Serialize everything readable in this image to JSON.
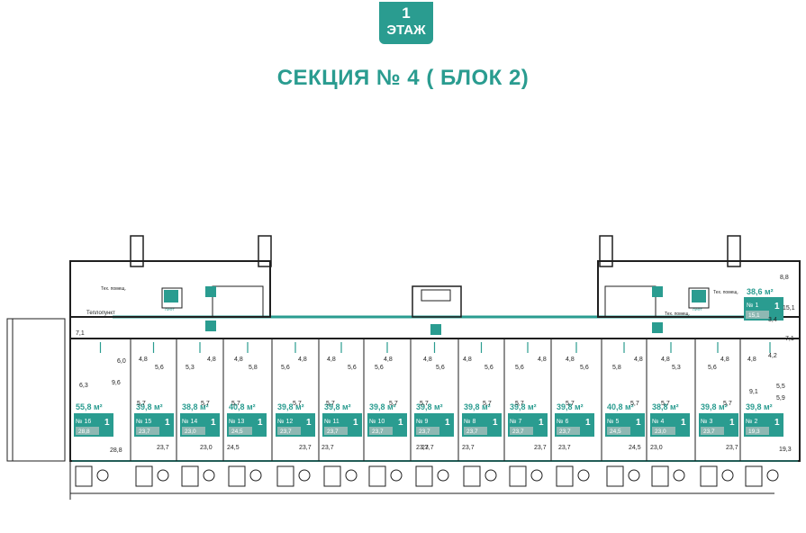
{
  "header": {
    "floor_number": "1",
    "floor_label": "ЭТАЖ",
    "section_title": "СЕКЦИЯ № 4 ( БЛОК 2)"
  },
  "colors": {
    "accent": "#2a9c90",
    "apartment_card": "#2a9c90",
    "living_area_box": "#8fb8b3",
    "wall": "#1f1f1f"
  },
  "service_rooms": {
    "heat_unit": "Теплопункт",
    "tech_room_left": "Тех. помещ.",
    "tech_room_right": "Тех. помещ.",
    "tech_room_mid": "Тех. помещ.",
    "lift": "ЛИФТ",
    "exit": "ВЫХОД"
  },
  "apartments": [
    {
      "no": "№ 16",
      "rooms": "1",
      "area": "55,8 м²",
      "living": "28,8"
    },
    {
      "no": "№ 15",
      "rooms": "1",
      "area": "39,8 м²",
      "living": "23,7"
    },
    {
      "no": "№ 14",
      "rooms": "1",
      "area": "38,8 м²",
      "living": "23,0"
    },
    {
      "no": "№ 13",
      "rooms": "1",
      "area": "40,8 м²",
      "living": "24,5"
    },
    {
      "no": "№ 12",
      "rooms": "1",
      "area": "39,8 м²",
      "living": "23,7"
    },
    {
      "no": "№ 11",
      "rooms": "1",
      "area": "39,8 м²",
      "living": "23,7"
    },
    {
      "no": "№ 10",
      "rooms": "1",
      "area": "39,8 м²",
      "living": "23,7"
    },
    {
      "no": "№ 9",
      "rooms": "1",
      "area": "39,8 м²",
      "living": "23,7"
    },
    {
      "no": "№ 8",
      "rooms": "1",
      "area": "39,8 м²",
      "living": "23,7"
    },
    {
      "no": "№ 7",
      "rooms": "1",
      "area": "39,8 м²",
      "living": "23,7"
    },
    {
      "no": "№ 6",
      "rooms": "1",
      "area": "39,8 м²",
      "living": "23,7"
    },
    {
      "no": "№ 5",
      "rooms": "1",
      "area": "40,8 м²",
      "living": "24,5"
    },
    {
      "no": "№ 4",
      "rooms": "1",
      "area": "38,8 м²",
      "living": "23,0"
    },
    {
      "no": "№ 3",
      "rooms": "1",
      "area": "39,8 м²",
      "living": "23,7"
    },
    {
      "no": "№ 2",
      "rooms": "1",
      "area": "39,8 м²",
      "living": "19,3"
    },
    {
      "no": "№ 1",
      "rooms": "1",
      "area": "38,6 м²",
      "living": "15,1"
    }
  ],
  "room_dims": {
    "left_wing": [
      "7,1",
      "6,0",
      "9,6",
      "6,3",
      "28,8"
    ],
    "right_wing": [
      "8,8",
      "15,1",
      "3,4",
      "7,1",
      "4,2",
      "5,5",
      "9,1",
      "5,9",
      "19,3"
    ],
    "bathrooms": [
      "4,8",
      "4,8",
      "4,8",
      "4,8",
      "4,8",
      "4,8",
      "4,8",
      "4,8",
      "4,8",
      "4,8",
      "4,8",
      "4,8",
      "4,8",
      "4,8"
    ],
    "kitchens": [
      "5,6",
      "5,3",
      "5,8",
      "5,6",
      "5,6",
      "5,6",
      "5,6",
      "5,6",
      "5,6",
      "5,6",
      "5,8",
      "5,3",
      "5,6"
    ],
    "halls": [
      "5,7",
      "5,7",
      "5,7",
      "5,7",
      "5,7",
      "5,7",
      "5,7",
      "5,7",
      "5,7",
      "5,7",
      "5,7",
      "5,7",
      "5,7"
    ],
    "living_rooms": [
      "23,7",
      "23,0",
      "24,5",
      "23,7",
      "23,7",
      "23,7",
      "23,7",
      "23,7",
      "23,7",
      "23,7",
      "24,5",
      "23,0",
      "23,7"
    ]
  }
}
